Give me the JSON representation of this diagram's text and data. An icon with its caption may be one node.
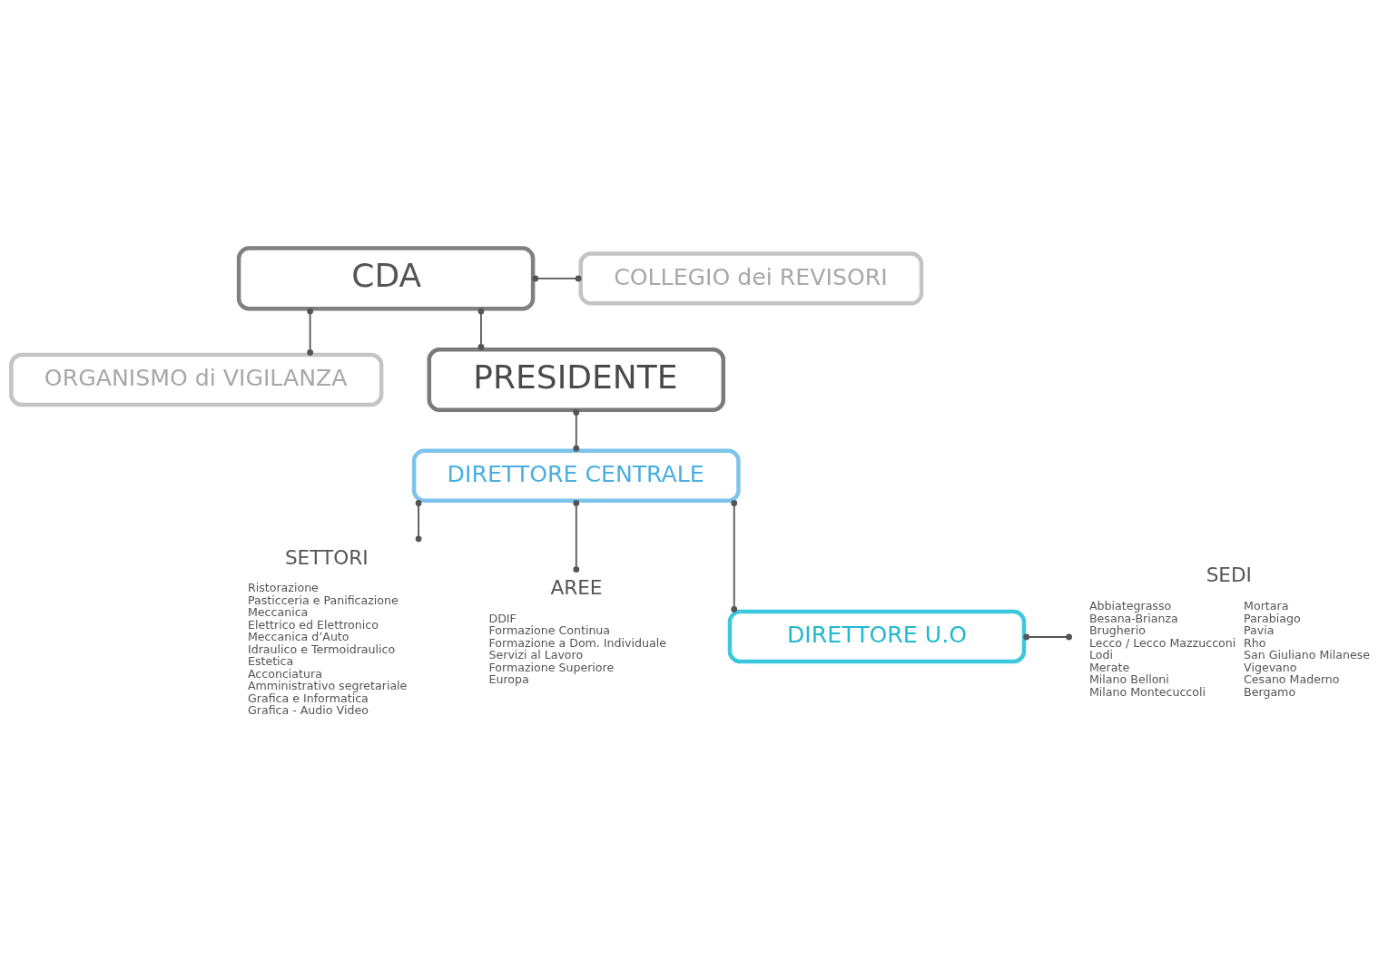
{
  "diagram": {
    "nodes": [
      {
        "text": [
          "CDA"
        ]
      },
      {
        "text": [
          "COLLEGIO dei REVISORI"
        ]
      },
      {
        "text": [
          "ORGANISMO di VIGILANZA"
        ]
      },
      {
        "text": [
          "PRESIDENTE"
        ]
      },
      {
        "text": [
          "DIRETTORE CENTRALE"
        ]
      },
      {
        "text": [
          "SETTORI"
        ],
        "beside": [
          "Ristorazione",
          "Pasticceria e Panificazione",
          "Meccanica",
          "Elettrico ed Elettronico",
          "Meccanica d’Auto",
          "Idraulico e Termoidraulico",
          "Estetica",
          "Acconciatura",
          "Amministrativo segretariale",
          "Grafica e Informatica",
          "Grafica - Audio Video"
        ]
      },
      {
        "text": [
          "AREE"
        ],
        "beside": [
          "DDIF",
          "Formazione Continua",
          "Formazione a Dom. Individuale",
          "Servizi al Lavoro",
          "Formazione Superiore",
          "Europa"
        ]
      },
      {
        "text": [
          "DIRETTORE U.O"
        ]
      },
      {
        "text": [
          "SEDI"
        ],
        "beside": [
          "Abbiategrasso",
          "Besana-Brianza",
          "Brugherio",
          "Lecco / Lecco Mazzucconi",
          "Lodi",
          "Merate",
          "Milano Belloni",
          "Milano Montecuccoli",
          "Mortara",
          "Parabiago",
          "Pavia",
          "Rho",
          "San Giuliano Milanese",
          "Vigevano",
          "Cesano Maderno",
          "Bergamo"
        ]
      }
    ],
    "edges": [
      {
        "from": 0,
        "to": 1,
        "arrow": "other"
      },
      {
        "from": 0,
        "to": 2,
        "arrow": "other"
      },
      {
        "from": 0,
        "to": 3,
        "arrow": "other"
      },
      {
        "from": 3,
        "to": 4,
        "arrow": "other"
      },
      {
        "from": 4,
        "to": 5,
        "arrow": "other"
      },
      {
        "from": 4,
        "to": 6,
        "arrow": "other"
      },
      {
        "from": 4,
        "to": 7,
        "arrow": "other"
      },
      {
        "from": 7,
        "to": 8,
        "arrow": "other"
      }
    ]
  }
}
